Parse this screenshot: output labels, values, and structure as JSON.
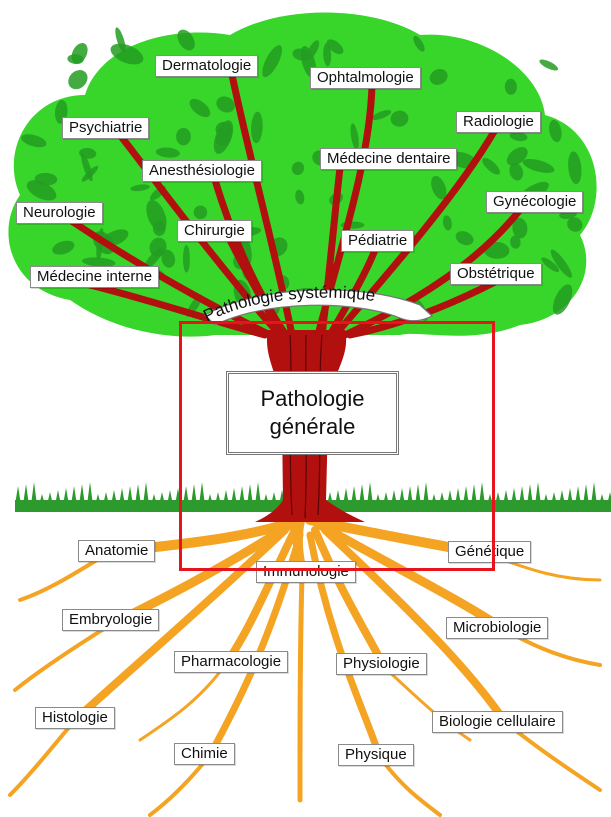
{
  "colors": {
    "canopy": "#38d52b",
    "canopy_dark": "#239c22",
    "trunk": "#b20f0f",
    "roots": "#f4a322",
    "grass": "#2c9a2c",
    "highlight": "#e8141b"
  },
  "center": {
    "line1": "Pathologie",
    "line2": "générale"
  },
  "banner": "Pathologie systémique",
  "branches": [
    "Dermatologie",
    "Ophtalmologie",
    "Psychiatrie",
    "Radiologie",
    "Anesthésiologie",
    "Médecine dentaire",
    "Neurologie",
    "Gynécologie",
    "Chirurgie",
    "Pédiatrie",
    "Médecine interne",
    "Obstétrique"
  ],
  "roots": [
    "Anatomie",
    "Immunologie",
    "Génétique",
    "Embryologie",
    "Microbiologie",
    "Pharmacologie",
    "Physiologie",
    "Histologie",
    "Biologie cellulaire",
    "Chimie",
    "Physique"
  ]
}
